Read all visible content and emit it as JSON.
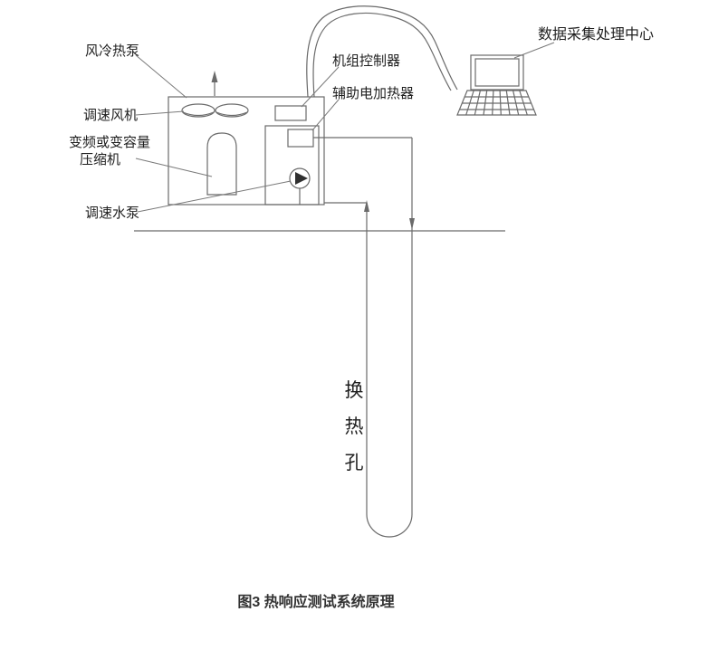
{
  "figure": {
    "caption": "图3 热响应测试系统原理",
    "labels": {
      "air_cooled_heat_pump": "风冷热泵",
      "variable_speed_fan": "调速风机",
      "vfd_compressor_line1": "变频或变容量",
      "vfd_compressor_line2": "压缩机",
      "variable_speed_water_pump": "调速水泵",
      "unit_controller": "机组控制器",
      "auxiliary_electric_heater": "辅助电加热器",
      "data_acquisition_center": "数据采集处理中心",
      "heat_exchange_borehole": "换热孔"
    },
    "colors": {
      "line": "#6a6a6a",
      "leader": "#7a7a7a",
      "text": "#1f1f1f",
      "pump_fill": "#2f2f2f",
      "background": "#ffffff"
    }
  }
}
